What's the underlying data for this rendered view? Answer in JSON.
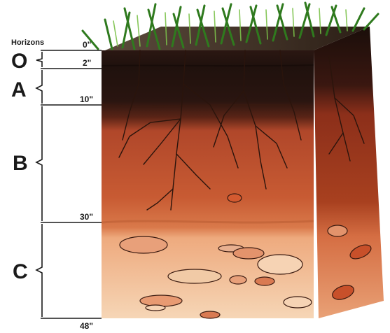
{
  "heading": "Horizons",
  "horizons": [
    {
      "letter": "O",
      "color": "#3b1f15"
    },
    {
      "letter": "A",
      "color": "#2a1812"
    },
    {
      "letter": "B",
      "color": "#c65a2e"
    },
    {
      "letter": "C",
      "color": "#e9a176"
    }
  ],
  "depth_marks": [
    "0\"",
    "2\"",
    "10\"",
    "30\"",
    "48\""
  ]
}
